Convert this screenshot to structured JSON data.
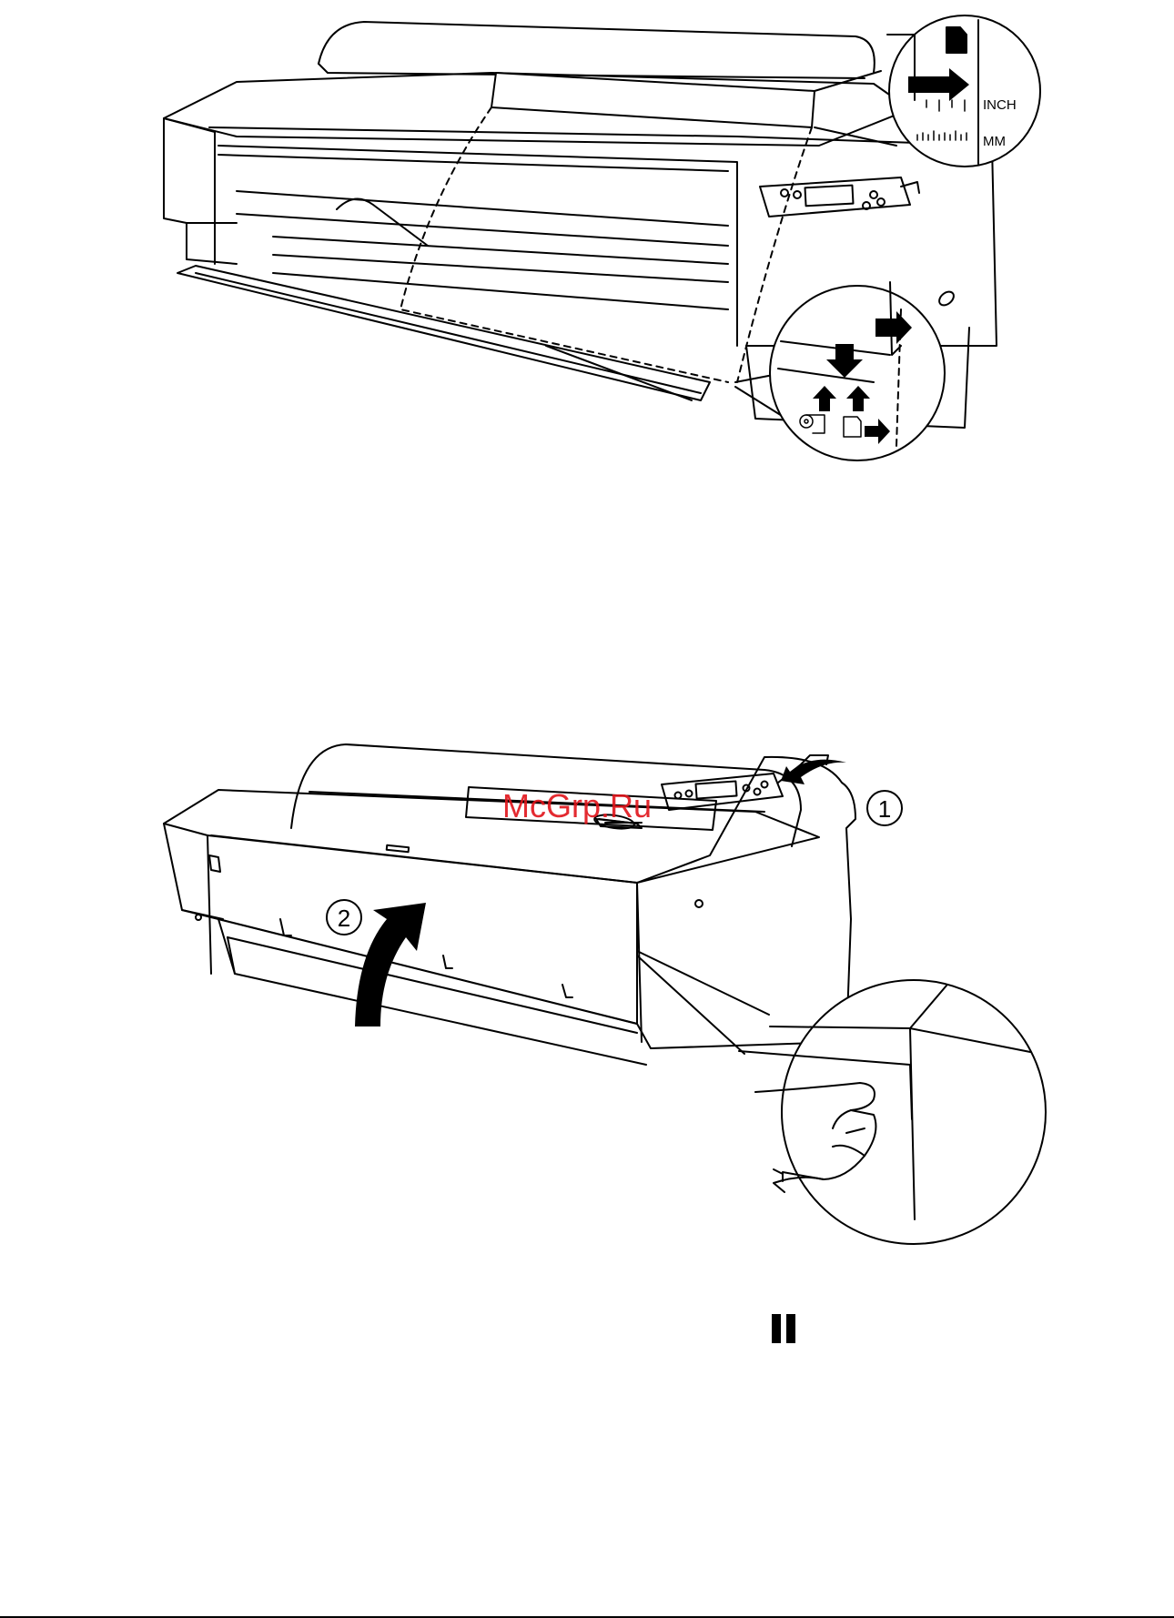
{
  "figure1": {
    "scale_labels": {
      "inch": "INCH",
      "mm": "MM"
    }
  },
  "figure2": {
    "watermark": "McGrp.Ru",
    "step_labels": [
      "1",
      "2"
    ]
  },
  "icons": [
    "pause-icon",
    "arrow-icon",
    "roll-paper-icon",
    "cut-sheet-icon"
  ],
  "colors": {
    "line": "#000000",
    "watermark": "#e0141a",
    "background": "#ffffff"
  }
}
